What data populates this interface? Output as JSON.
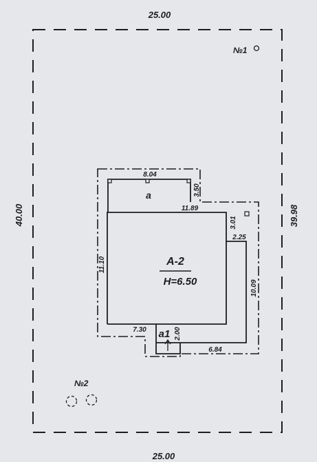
{
  "plot": {
    "top_length": "25.00",
    "bottom_length": "25.00",
    "left_length": "40.00",
    "right_length": "39.98"
  },
  "markers": {
    "point1": "№1",
    "point2": "№2"
  },
  "building": {
    "main_label": "А-2",
    "height_label": "Н=6.50",
    "annex_label": "а",
    "porch_label": "а1"
  },
  "dimensions": {
    "annex_width": "8.04",
    "annex_depth": "3.50",
    "main_top": "11.89",
    "main_left": "11.10",
    "step_depth": "3.01",
    "step_width": "2.25",
    "east_side": "10.09",
    "main_bottom": "7.30",
    "porch_depth": "2.00",
    "south_strip": "6.84"
  },
  "colors": {
    "paper": "#e6e7eb",
    "ink": "#1d1d1f"
  }
}
